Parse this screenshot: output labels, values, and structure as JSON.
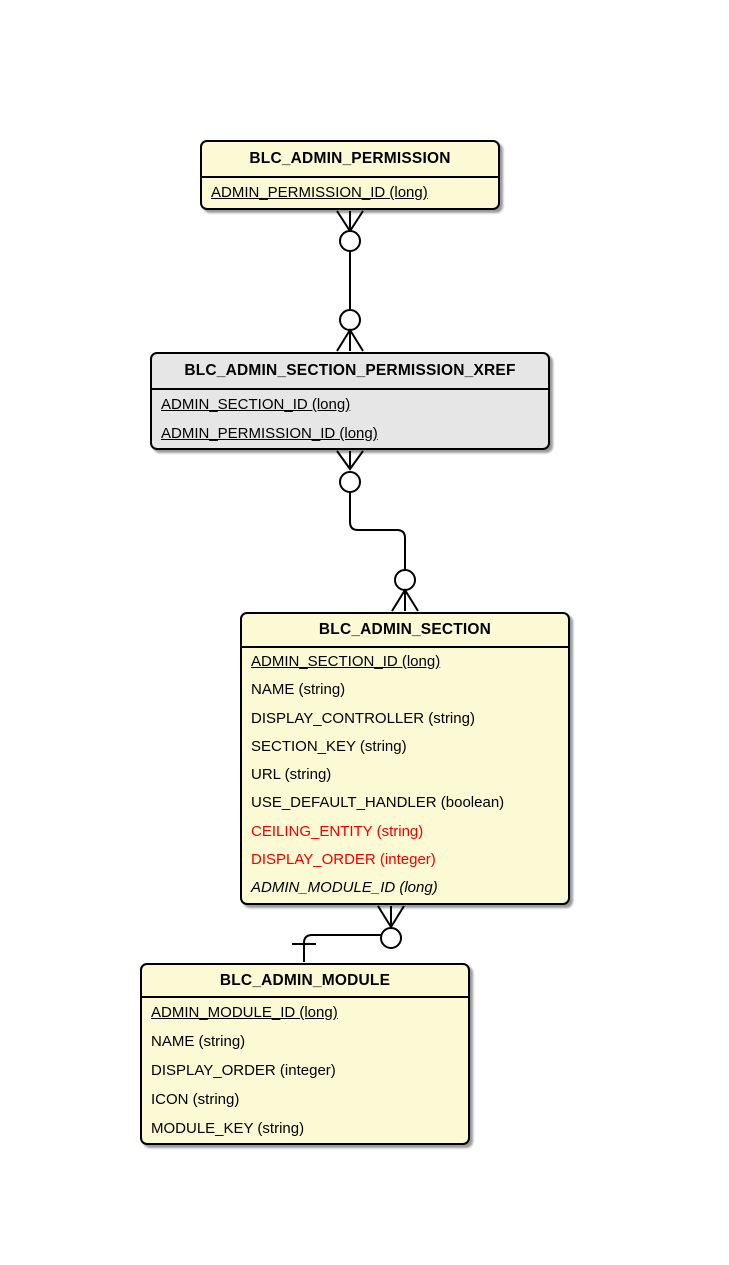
{
  "diagram": {
    "type": "entity-relationship-diagram",
    "colors": {
      "entity_fill": "#fbfad5",
      "xref_entity_fill": "#e6e6e6",
      "border": "#000000",
      "text": "#000000",
      "highlighted_field": "#f00000",
      "background": "#ffffff"
    },
    "entities": [
      {
        "name": "BLC_ADMIN_PERMISSION",
        "style": "yellow",
        "fields": [
          {
            "label": "ADMIN_PERMISSION_ID (long)",
            "key": "primary"
          }
        ]
      },
      {
        "name": "BLC_ADMIN_SECTION_PERMISSION_XREF",
        "style": "gray",
        "fields": [
          {
            "label": "ADMIN_SECTION_ID (long)",
            "key": "primary"
          },
          {
            "label": "ADMIN_PERMISSION_ID (long)",
            "key": "primary"
          }
        ]
      },
      {
        "name": "BLC_ADMIN_SECTION",
        "style": "yellow",
        "fields": [
          {
            "label": "ADMIN_SECTION_ID (long)",
            "key": "primary"
          },
          {
            "label": "NAME (string)"
          },
          {
            "label": "DISPLAY_CONTROLLER (string)"
          },
          {
            "label": "SECTION_KEY (string)"
          },
          {
            "label": "URL (string)"
          },
          {
            "label": "USE_DEFAULT_HANDLER (boolean)"
          },
          {
            "label": "CEILING_ENTITY (string)",
            "highlight": "red"
          },
          {
            "label": "DISPLAY_ORDER (integer)",
            "highlight": "red"
          },
          {
            "label": "ADMIN_MODULE_ID (long)",
            "key": "foreign"
          }
        ]
      },
      {
        "name": "BLC_ADMIN_MODULE",
        "style": "yellow",
        "fields": [
          {
            "label": "ADMIN_MODULE_ID (long)",
            "key": "primary"
          },
          {
            "label": "NAME (string)"
          },
          {
            "label": "DISPLAY_ORDER (integer)"
          },
          {
            "label": "ICON (string)"
          },
          {
            "label": "MODULE_KEY (string)"
          }
        ]
      }
    ],
    "relationships": [
      {
        "from": "BLC_ADMIN_PERMISSION",
        "to": "BLC_ADMIN_SECTION_PERMISSION_XREF",
        "from_cardinality": "zero-or-many",
        "to_cardinality": "zero-or-many"
      },
      {
        "from": "BLC_ADMIN_SECTION_PERMISSION_XREF",
        "to": "BLC_ADMIN_SECTION",
        "from_cardinality": "zero-or-many",
        "to_cardinality": "zero-or-many"
      },
      {
        "from": "BLC_ADMIN_SECTION",
        "to": "BLC_ADMIN_MODULE",
        "from_cardinality": "zero-or-many",
        "to_cardinality": "one"
      }
    ]
  }
}
